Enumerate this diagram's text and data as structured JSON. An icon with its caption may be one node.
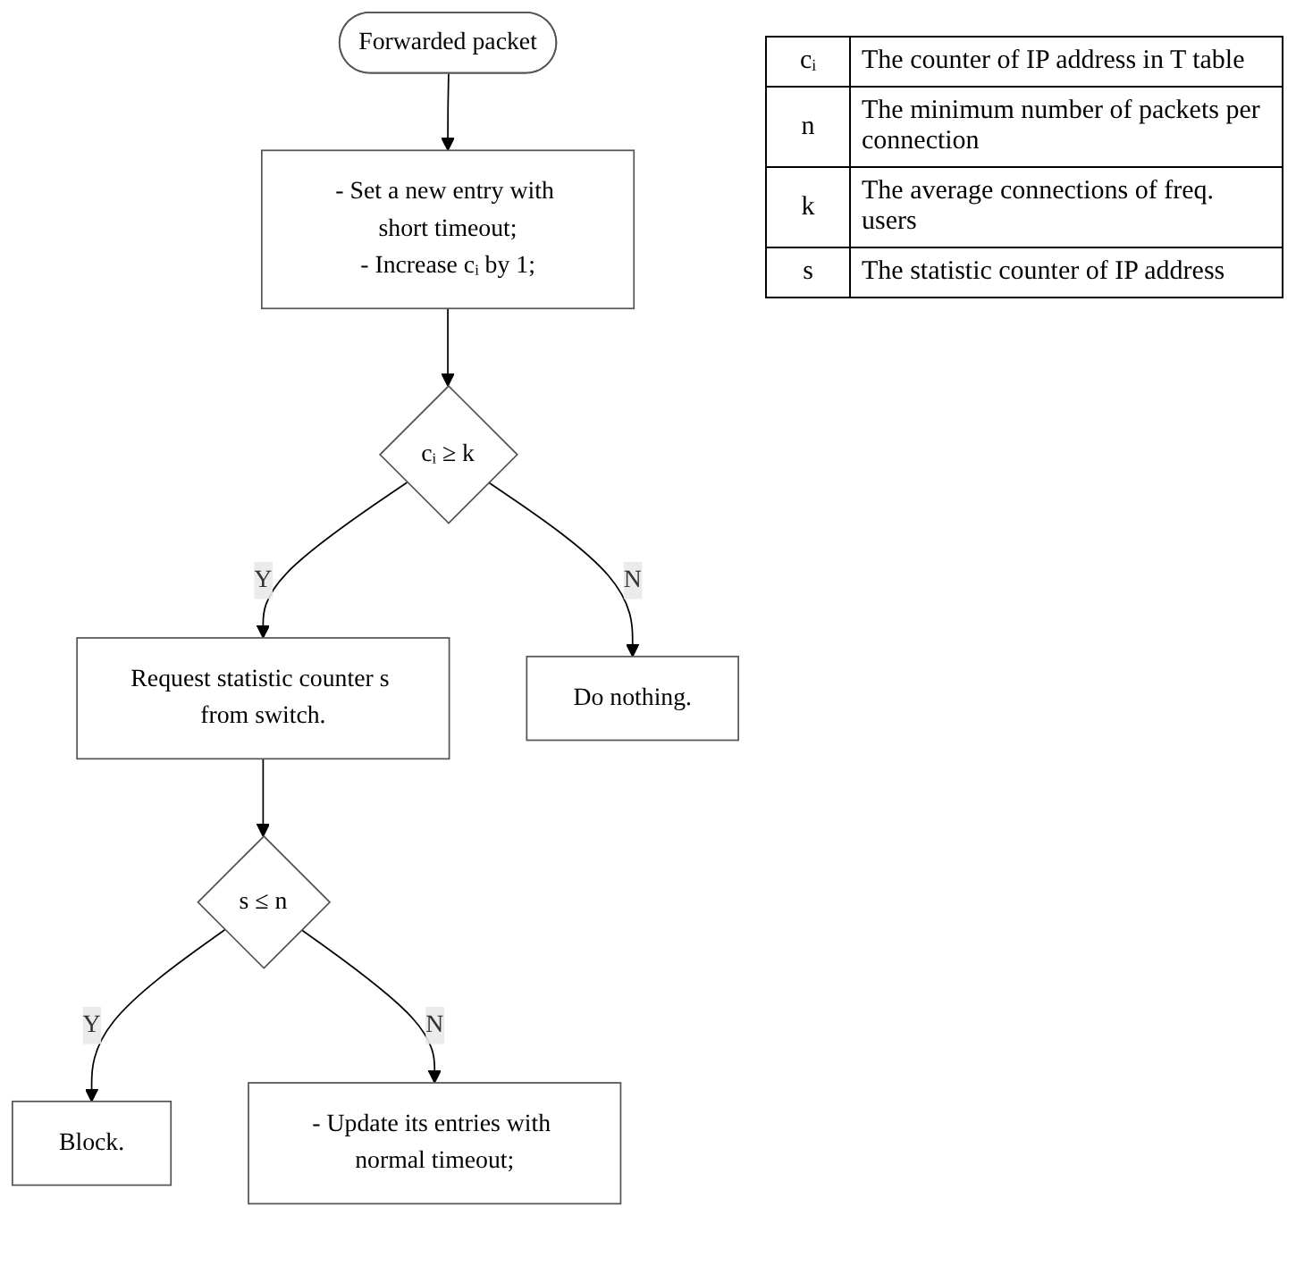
{
  "diagram": {
    "nodes": [
      {
        "text": [
          "Forwarded packet"
        ]
      },
      {
        "text": [
          "- Set a new entry with short timeout;",
          "- Increase cᵢ by 1;"
        ]
      },
      {
        "text": [
          "cᵢ ≥ k"
        ]
      },
      {
        "text": [
          "Request statistic counter s from switch."
        ]
      },
      {
        "text": [
          "Do nothing."
        ]
      },
      {
        "text": [
          "s ≤ n"
        ]
      },
      {
        "text": [
          "Block."
        ]
      },
      {
        "text": [
          "- Update its entries with normal timeout;"
        ]
      }
    ],
    "edges": [
      {
        "from": 0,
        "to": 1,
        "arrow": "to"
      },
      {
        "from": 1,
        "to": 2,
        "arrow": "to"
      },
      {
        "from": 2,
        "to": 3,
        "arrow": "to",
        "label": "Y"
      },
      {
        "from": 2,
        "to": 4,
        "arrow": "to",
        "label": "N"
      },
      {
        "from": 3,
        "to": 5,
        "arrow": "to"
      },
      {
        "from": 5,
        "to": 6,
        "arrow": "to",
        "label": "Y"
      },
      {
        "from": 5,
        "to": 7,
        "arrow": "to",
        "label": "N"
      }
    ],
    "labels": [
      "cᵢ",
      "The counter of IP address in T table",
      "n",
      "The minimum number of packets per connection",
      "k",
      "The average connections of freq. users",
      "s",
      "The statistic counter of IP address"
    ]
  }
}
